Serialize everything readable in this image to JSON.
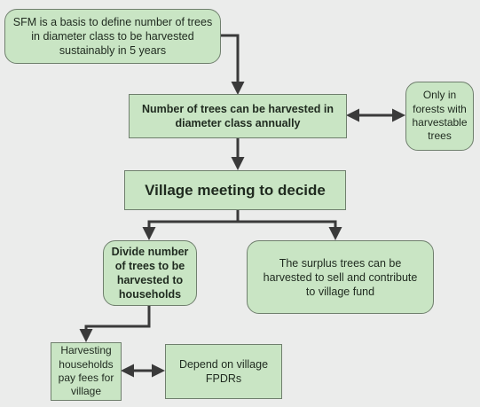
{
  "diagram": {
    "nodes": {
      "sfm_basis": "SFM is a basis to define number of trees in diameter class to be harvested sustainably in 5 years",
      "annual_harvest": "Number of trees can be harvested in diameter class annually",
      "forest_condition": "Only in forests with harvestable trees",
      "village_meeting": "Village meeting to decide",
      "divide_trees": "Divide number of trees to be harvested to households",
      "surplus_trees": "The surplus trees can be harvested to sell and contribute to village fund",
      "harvest_fees": "Harvesting households pay fees for village",
      "depend_fpdrs": "Depend on village FPDRs"
    },
    "colors": {
      "node_fill": "#c9e5c4",
      "node_border": "#6f7f6d",
      "arrow": "#3a3a3a",
      "background": "#ebeceb"
    }
  }
}
